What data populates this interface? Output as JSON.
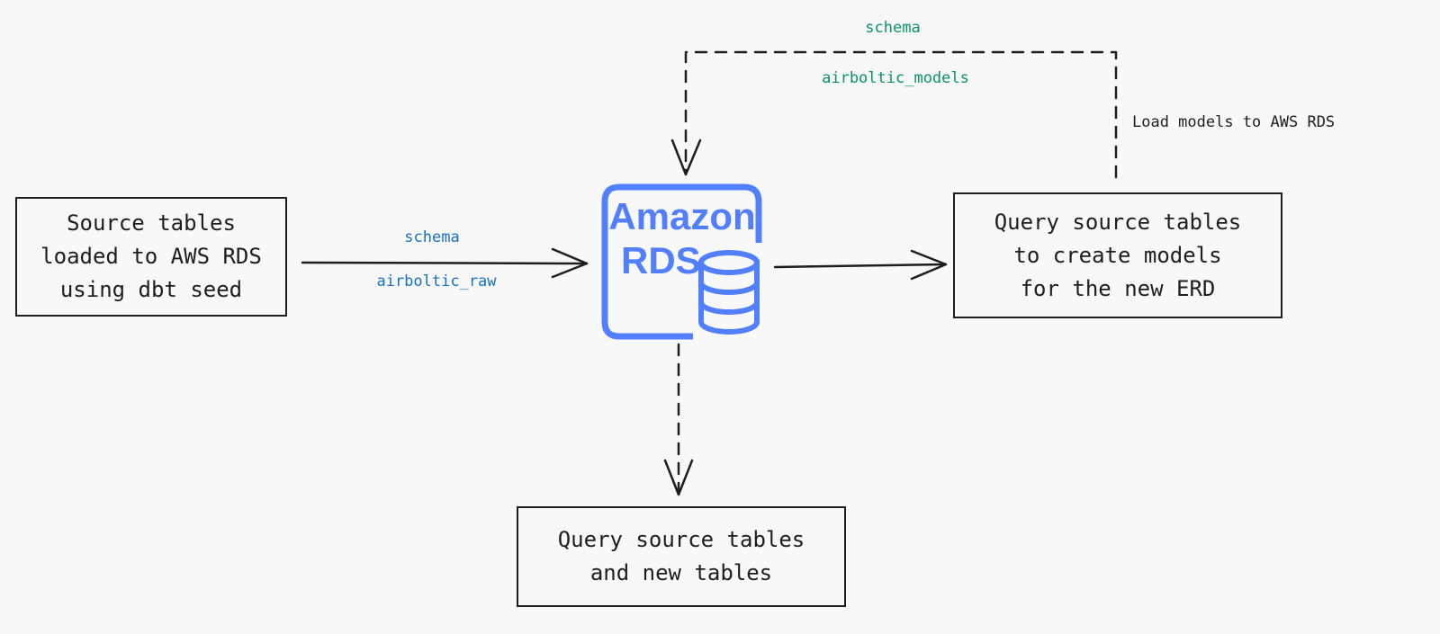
{
  "nodes": {
    "source": {
      "text": "Source tables\nloaded to AWS RDS\nusing dbt seed"
    },
    "rds": {
      "title": "Amazon",
      "subtitle": "RDS"
    },
    "models": {
      "text": "Query source tables\nto create models\nfor the new ERD"
    },
    "query": {
      "text": "Query source tables\nand new tables"
    }
  },
  "edges": {
    "source_to_rds": {
      "schema_label": "schema",
      "schema_name": "airboltic_raw"
    },
    "models_to_rds": {
      "label": "Load models to AWS RDS",
      "schema_label": "schema",
      "schema_name": "airboltic_models"
    }
  },
  "colors": {
    "rds_blue": "#527fff",
    "raw_label": "#1971c2",
    "models_label": "#099268",
    "stroke": "#1e1e1e",
    "background": "#f8f8f8"
  }
}
